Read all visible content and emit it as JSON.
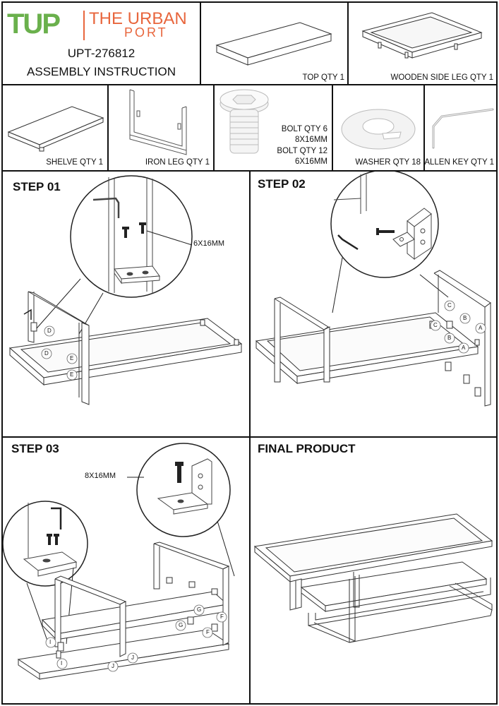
{
  "brand": {
    "logo_letters": "TUP",
    "name_line1": "THE URBAN",
    "name_line2": "PORT",
    "colors": {
      "green": "#6ab04c",
      "orange": "#e8663d"
    }
  },
  "header": {
    "model": "UPT-276812",
    "subtitle": "ASSEMBLY INSTRUCTION"
  },
  "parts": {
    "top": "TOP QTY 1",
    "side_leg": "WOODEN SIDE LEG QTY 1",
    "shelve": "SHELVE QTY 1",
    "iron_leg": "IRON LEG QTY 1",
    "bolt_line1": "BOLT QTY 6",
    "bolt_line2": "8X16MM",
    "bolt_line3": "BOLT QTY 12",
    "bolt_line4": "6X16MM",
    "washer": "WASHER QTY 18",
    "allen_key": "ALLEN KEY QTY 1"
  },
  "steps": {
    "step1": {
      "title": "STEP 01",
      "callout": "6X16MM",
      "labels": [
        "D",
        "D",
        "E",
        "E"
      ]
    },
    "step2": {
      "title": "STEP 02",
      "labels": [
        "C",
        "C",
        "B",
        "B",
        "A",
        "A"
      ]
    },
    "step3": {
      "title": "STEP 03",
      "callout": "8X16MM",
      "labels": [
        "G",
        "G",
        "F",
        "F",
        "I",
        "I",
        "J",
        "J"
      ]
    },
    "final": {
      "title": "FINAL PRODUCT"
    }
  }
}
